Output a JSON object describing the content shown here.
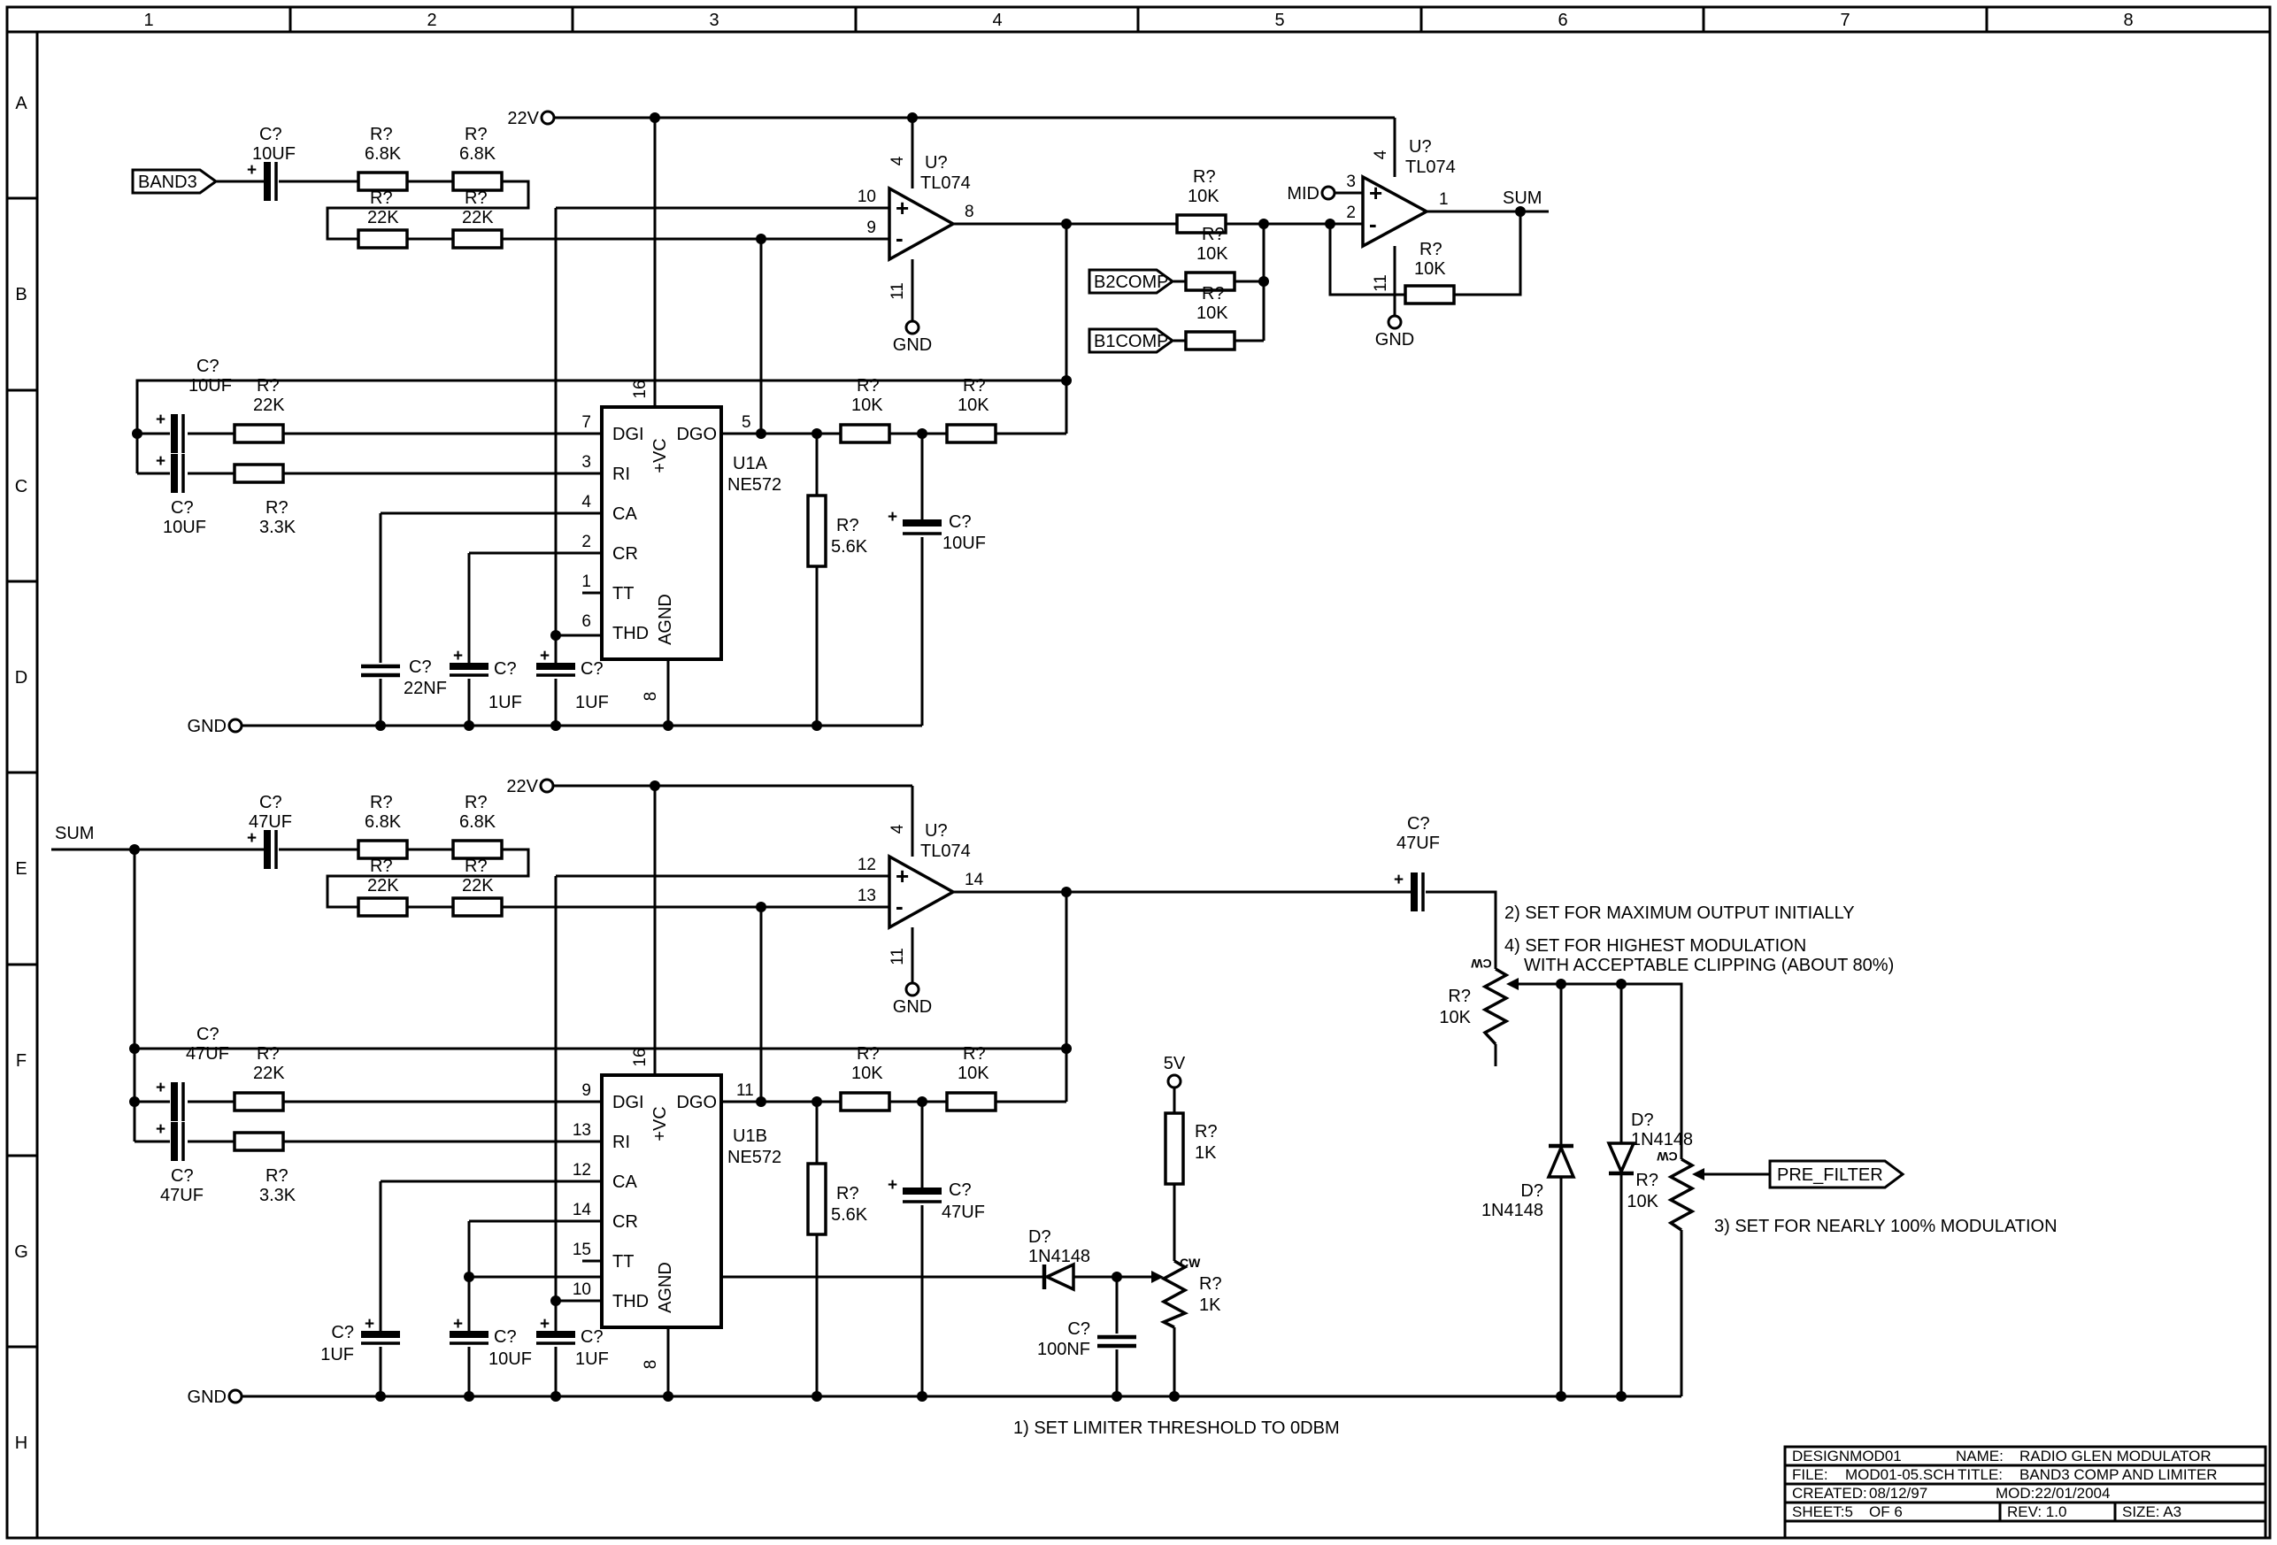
{
  "border": {
    "columns": [
      "1",
      "2",
      "3",
      "4",
      "5",
      "6",
      "7",
      "8"
    ],
    "rows": [
      "A",
      "B",
      "C",
      "D",
      "E",
      "F",
      "G",
      "H"
    ]
  },
  "title_block": {
    "design": "DESIGNMOD01",
    "name_label": "NAME:",
    "name": "RADIO GLEN MODULATOR",
    "file_label": "FILE:",
    "file": "MOD01-05.SCH",
    "title_label": "TITLE:",
    "title": "BAND3 COMP AND LIMITER",
    "created_label": "CREATED:",
    "created": "08/12/97",
    "modified": "MOD:22/01/2004",
    "sheet": "SHEET:5",
    "of": "OF 6",
    "rev": "REV: 1.0",
    "size": "SIZE: A3"
  },
  "ports": {
    "band3": "BAND3",
    "sum": "SUM",
    "b2comp": "B2COMP",
    "b1comp": "B1COMP",
    "mid": "MID",
    "pre_filter": "PRE_FILTER",
    "v22": "22V",
    "v5": "5V",
    "gnd": "GND"
  },
  "refs": {
    "r": "R?",
    "c": "C?",
    "d": "D?",
    "u": "U?"
  },
  "values": {
    "v10uf": "10UF",
    "v47uf": "47UF",
    "v1uf": "1UF",
    "v22nf": "22NF",
    "v100nf": "100NF",
    "v68k": "6.8K",
    "v22k": "22K",
    "v33k": "3.3K",
    "v10k": "10K",
    "v56k": "5.6K",
    "v1k": "1K",
    "d1n4148": "1N4148",
    "tl074": "TL074",
    "ne572": "NE572",
    "u1a": "U1A",
    "u1b": "U1B"
  },
  "ic": {
    "dgi": "DGI",
    "ri": "RI",
    "ca": "CA",
    "cr": "CR",
    "tt": "TT",
    "thd": "THD",
    "dgo": "DGO",
    "vc": "+VC",
    "agnd": "AGND"
  },
  "pins": {
    "p1": "1",
    "p2": "2",
    "p3": "3",
    "p4": "4",
    "p5": "5",
    "p6": "6",
    "p7": "7",
    "p8": "8",
    "p9": "9",
    "p10": "10",
    "p11": "11",
    "p12": "12",
    "p13": "13",
    "p14": "14",
    "p15": "15",
    "p16": "16"
  },
  "opamp": {
    "plus": "+",
    "minus": "-"
  },
  "pot": {
    "cw": "CW"
  },
  "annotations": {
    "note1": "1) SET LIMITER THRESHOLD TO 0DBM",
    "note2": "2) SET FOR MAXIMUM OUTPUT INITIALLY",
    "note3": "3) SET FOR NEARLY 100% MODULATION",
    "note4a": "4) SET FOR HIGHEST MODULATION",
    "note4b": "WITH ACCEPTABLE CLIPPING (ABOUT 80%)"
  }
}
